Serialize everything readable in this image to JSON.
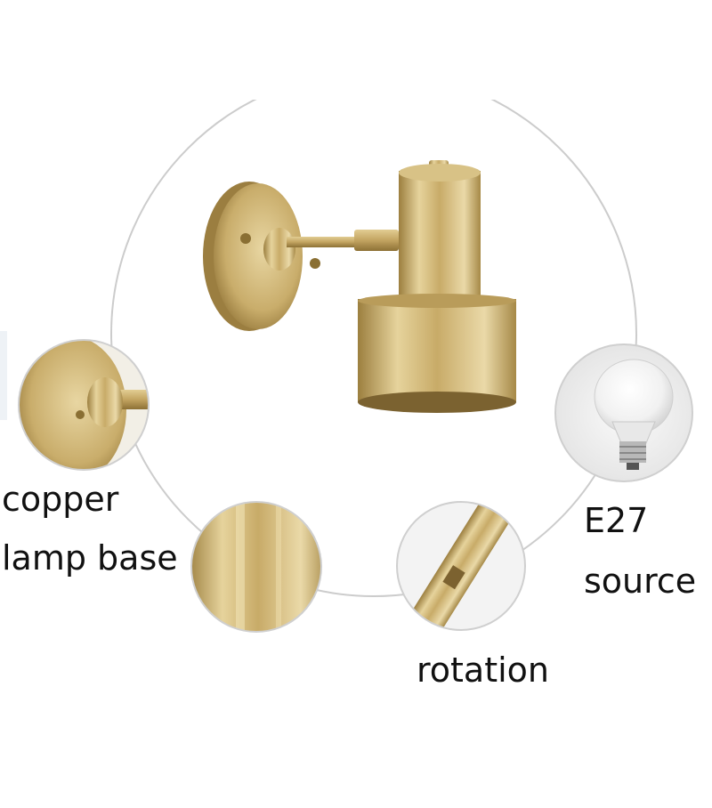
{
  "labels": {
    "copper_line1": "copper",
    "copper_line2": "lamp base",
    "source_line1": "E27",
    "source_line2": "source",
    "rotation": "rotation"
  },
  "colors": {
    "brass_light": "#e8d6a2",
    "brass_mid": "#c9ad6b",
    "brass_dark": "#8f7337",
    "ring": "#c8c8c8",
    "text": "#111111"
  }
}
